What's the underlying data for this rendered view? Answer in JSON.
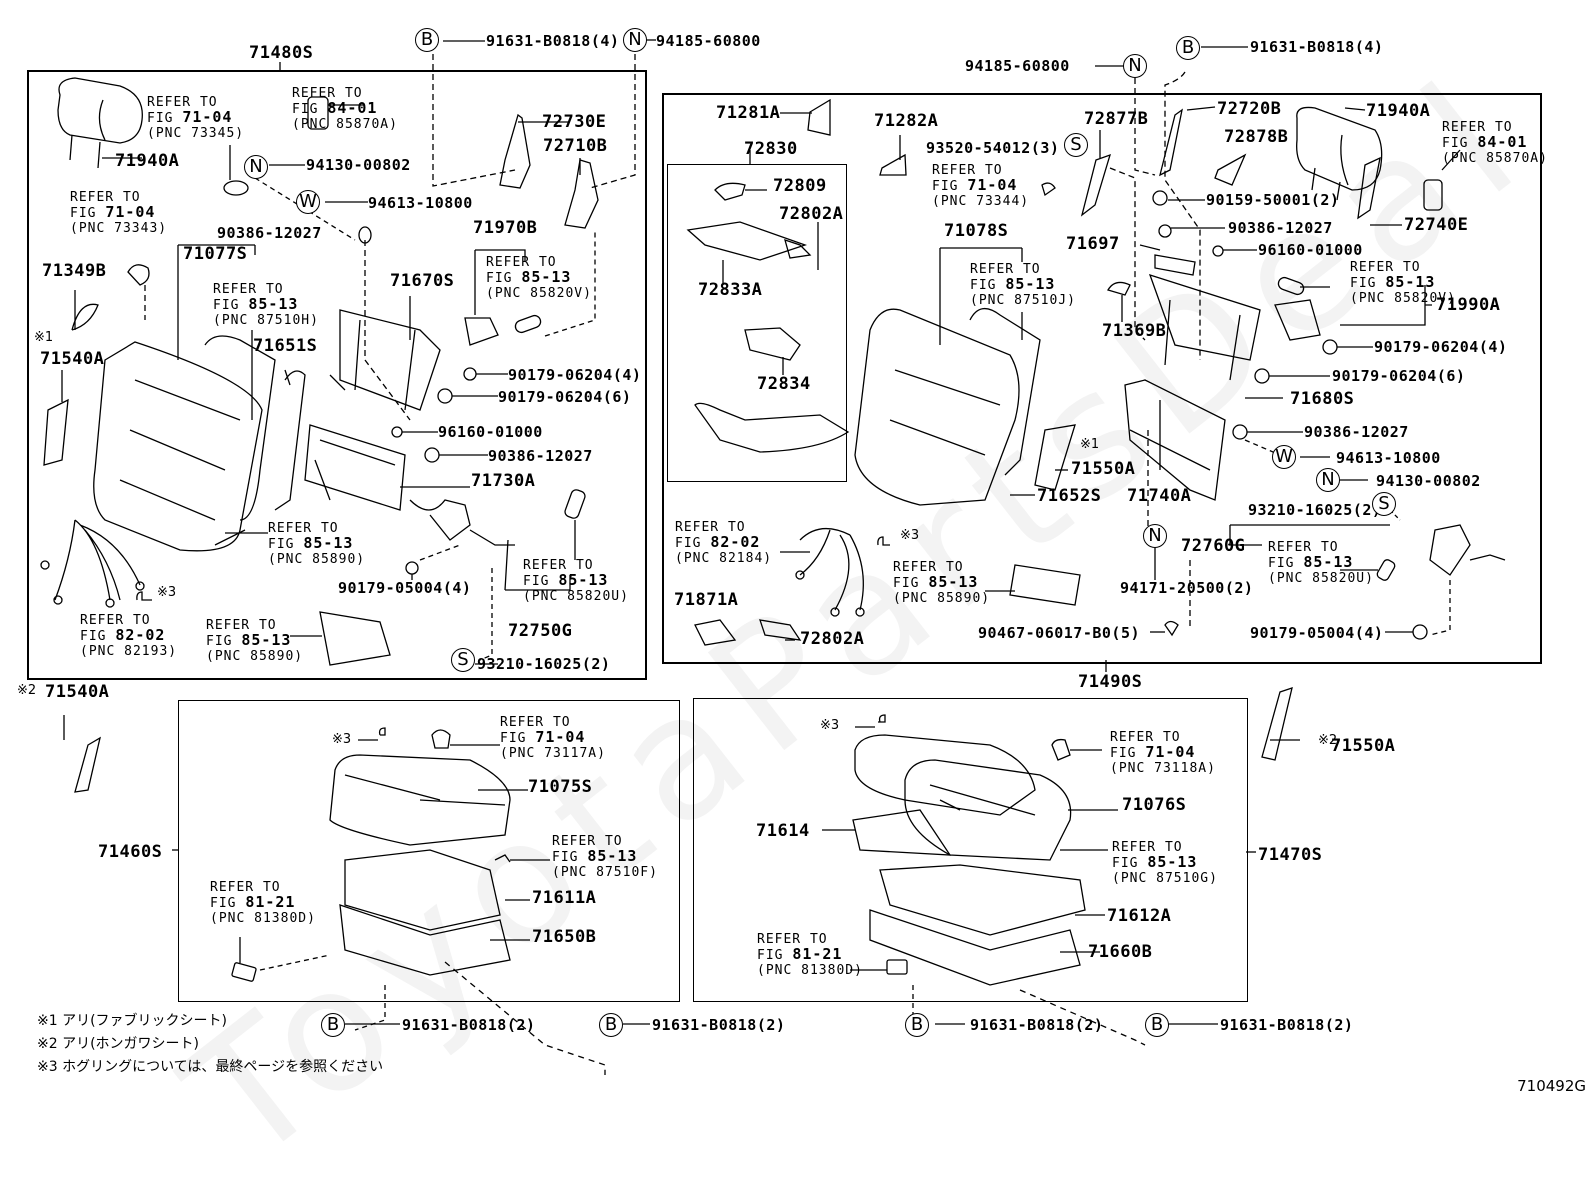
{
  "diagram": {
    "figure_id": "710492G",
    "watermark": "ToyotaPartsDeal",
    "assemblies": {
      "upper_left": "71480S",
      "upper_right": "71490S",
      "lower_left": "71460S",
      "lower_right": "71470S"
    },
    "callout_symbols": {
      "B": "B",
      "N": "N",
      "W": "W",
      "S": "S"
    },
    "fasteners": {
      "b_top_left": "91631-B0818(4)",
      "n_top_left": "94185-60800",
      "n_top_right": "94185-60800",
      "b_top_right": "91631-B0818(4)",
      "n_ul": "94130-00802",
      "w_ul": "94613-10800",
      "ul_90386_a": "90386-12027",
      "ul_90179_4": "90179-06204(4)",
      "ul_90179_6": "90179-06204(6)",
      "ul_96160": "96160-01000",
      "ul_90386_b": "90386-12027",
      "ul_90179_05004": "90179-05004(4)",
      "ul_s_93210": "93210-16025(2)",
      "ur_93520": "93520-54012(3)",
      "ur_90159": "90159-50001(2)",
      "ur_90386_a": "90386-12027",
      "ur_96160": "96160-01000",
      "ur_90179_4": "90179-06204(4)",
      "ur_90179_6": "90179-06204(6)",
      "ur_90386_b": "90386-12027",
      "ur_w": "94613-10800",
      "ur_n": "94130-00802",
      "ur_s_93210": "93210-16025(2)",
      "ur_94171": "94171-20500(2)",
      "ur_90467": "90467-06017-B0(5)",
      "ur_90179_05004": "90179-05004(4)",
      "bottom_b_1": "91631-B0818(2)",
      "bottom_b_2": "91631-B0818(2)",
      "bottom_b_3": "91631-B0818(2)",
      "bottom_b_4": "91631-B0818(2)"
    },
    "parts": {
      "ul_71940A": "71940A",
      "ul_72730E": "72730E",
      "ul_72710B": "72710B",
      "ul_71970B": "71970B",
      "ul_71349B": "71349B",
      "ul_71077S": "71077S",
      "ul_71670S": "71670S",
      "ul_71540A": "71540A",
      "ul_71651S": "71651S",
      "ul_71730A": "71730A",
      "ul_72750G": "72750G",
      "ur_71281A": "71281A",
      "ur_72830": "72830",
      "ur_72809": "72809",
      "ur_72802A_top": "72802A",
      "ur_72833A": "72833A",
      "ur_72834": "72834",
      "ur_71282A": "71282A",
      "ur_72877B": "72877B",
      "ur_72720B": "72720B",
      "ur_72878B": "72878B",
      "ur_71940A": "71940A",
      "ur_72740E": "72740E",
      "ur_71078S": "71078S",
      "ur_71697": "71697",
      "ur_71369B": "71369B",
      "ur_71990A": "71990A",
      "ur_71680S": "71680S",
      "ur_71550A": "71550A",
      "ur_71652S": "71652S",
      "ur_71740A": "71740A",
      "ur_72760G": "72760G",
      "ur_71871A": "71871A",
      "ur_72802A_bot": "72802A",
      "ext_71540A": "71540A",
      "ext_71550A": "71550A",
      "ll_71075S": "71075S",
      "ll_71611A": "71611A",
      "ll_71650B": "71650B",
      "lr_71614": "71614",
      "lr_71076S": "71076S",
      "lr_71612A": "71612A",
      "lr_71660B": "71660B"
    },
    "refers": {
      "ul_73345": {
        "l1": "REFER TO",
        "l2a": "FIG ",
        "l2b": "71-04",
        "l3": "(PNC 73345)"
      },
      "ul_85870A": {
        "l1": "REFER TO",
        "l2a": "FIG ",
        "l2b": "84-01",
        "l3": "(PNC 85870A)"
      },
      "ul_73343": {
        "l1": "REFER TO",
        "l2a": "FIG ",
        "l2b": "71-04",
        "l3": "(PNC 73343)"
      },
      "ul_87510H": {
        "l1": "REFER TO",
        "l2a": "FIG ",
        "l2b": "85-13",
        "l3": "(PNC 87510H)"
      },
      "ul_85820V": {
        "l1": "REFER TO",
        "l2a": "FIG ",
        "l2b": "85-13",
        "l3": "(PNC 85820V)"
      },
      "ul_85890a": {
        "l1": "REFER TO",
        "l2a": "FIG ",
        "l2b": "85-13",
        "l3": "(PNC 85890)"
      },
      "ul_82193": {
        "l1": "REFER TO",
        "l2a": "FIG ",
        "l2b": "82-02",
        "l3": "(PNC 82193)"
      },
      "ul_85890b": {
        "l1": "REFER TO",
        "l2a": "FIG ",
        "l2b": "85-13",
        "l3": "(PNC 85890)"
      },
      "ul_85820U": {
        "l1": "REFER TO",
        "l2a": "FIG ",
        "l2b": "85-13",
        "l3": "(PNC 85820U)"
      },
      "ur_73344": {
        "l1": "REFER TO",
        "l2a": "FIG ",
        "l2b": "71-04",
        "l3": "(PNC 73344)"
      },
      "ur_85870A": {
        "l1": "REFER TO",
        "l2a": "FIG ",
        "l2b": "84-01",
        "l3": "(PNC 85870A)"
      },
      "ur_87510J": {
        "l1": "REFER TO",
        "l2a": "FIG ",
        "l2b": "85-13",
        "l3": "(PNC 87510J)"
      },
      "ur_85820V": {
        "l1": "REFER TO",
        "l2a": "FIG ",
        "l2b": "85-13",
        "l3": "(PNC 85820V)"
      },
      "ur_82184": {
        "l1": "REFER TO",
        "l2a": "FIG ",
        "l2b": "82-02",
        "l3": "(PNC 82184)"
      },
      "ur_85890": {
        "l1": "REFER TO",
        "l2a": "FIG ",
        "l2b": "85-13",
        "l3": "(PNC 85890)"
      },
      "ur_85820U": {
        "l1": "REFER TO",
        "l2a": "FIG ",
        "l2b": "85-13",
        "l3": "(PNC 85820U)"
      },
      "ll_73117A": {
        "l1": "REFER TO",
        "l2a": "FIG ",
        "l2b": "71-04",
        "l3": "(PNC 73117A)"
      },
      "ll_87510F": {
        "l1": "REFER TO",
        "l2a": "FIG ",
        "l2b": "85-13",
        "l3": "(PNC 87510F)"
      },
      "ll_81380D": {
        "l1": "REFER TO",
        "l2a": "FIG ",
        "l2b": "81-21",
        "l3": "(PNC 81380D)"
      },
      "lr_73118A": {
        "l1": "REFER TO",
        "l2a": "FIG ",
        "l2b": "71-04",
        "l3": "(PNC 73118A)"
      },
      "lr_87510G": {
        "l1": "REFER TO",
        "l2a": "FIG ",
        "l2b": "85-13",
        "l3": "(PNC 87510G)"
      },
      "lr_81380D": {
        "l1": "REFER TO",
        "l2a": "FIG ",
        "l2b": "81-21",
        "l3": "(PNC 81380D)"
      }
    },
    "marks": {
      "note1": "※1",
      "note2": "※2",
      "note3": "※3"
    },
    "notes": [
      "※1 アリ(ファブリックシート)",
      "※2 アリ(ホンガワシート)",
      "※3 ホグリングについては、最終ページを参照ください"
    ]
  }
}
